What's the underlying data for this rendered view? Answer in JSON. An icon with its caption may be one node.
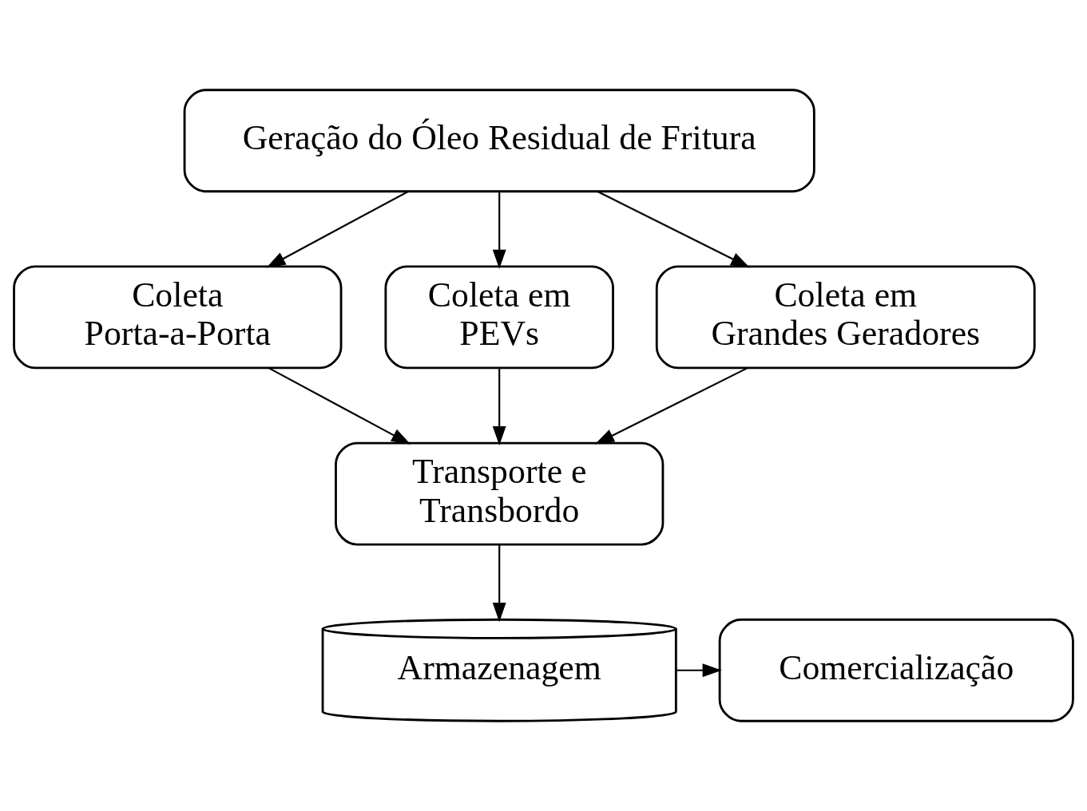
{
  "diagram": {
    "nodes": [
      {
        "text": [
          "Geração do Óleo Residual de Fritura"
        ]
      },
      {
        "text": [
          "Coleta Porta-a-Porta"
        ]
      },
      {
        "text": [
          "Coleta em PEVs"
        ]
      },
      {
        "text": [
          "Coleta em Grandes Geradores"
        ]
      },
      {
        "text": [
          "Transporte e Transbordo"
        ]
      },
      {
        "text": [
          "Armazenagem"
        ]
      },
      {
        "text": [
          "Comercialização"
        ]
      }
    ],
    "edges": [
      {
        "from": 0,
        "to": 1,
        "arrow": "to"
      },
      {
        "from": 0,
        "to": 2,
        "arrow": "to"
      },
      {
        "from": 0,
        "to": 3,
        "arrow": "to"
      },
      {
        "from": 1,
        "to": 4,
        "arrow": "to"
      },
      {
        "from": 2,
        "to": 4,
        "arrow": "to"
      },
      {
        "from": 3,
        "to": 4,
        "arrow": "to"
      },
      {
        "from": 4,
        "to": 5,
        "arrow": "to"
      },
      {
        "from": 5,
        "to": 6,
        "arrow": "to"
      }
    ]
  }
}
